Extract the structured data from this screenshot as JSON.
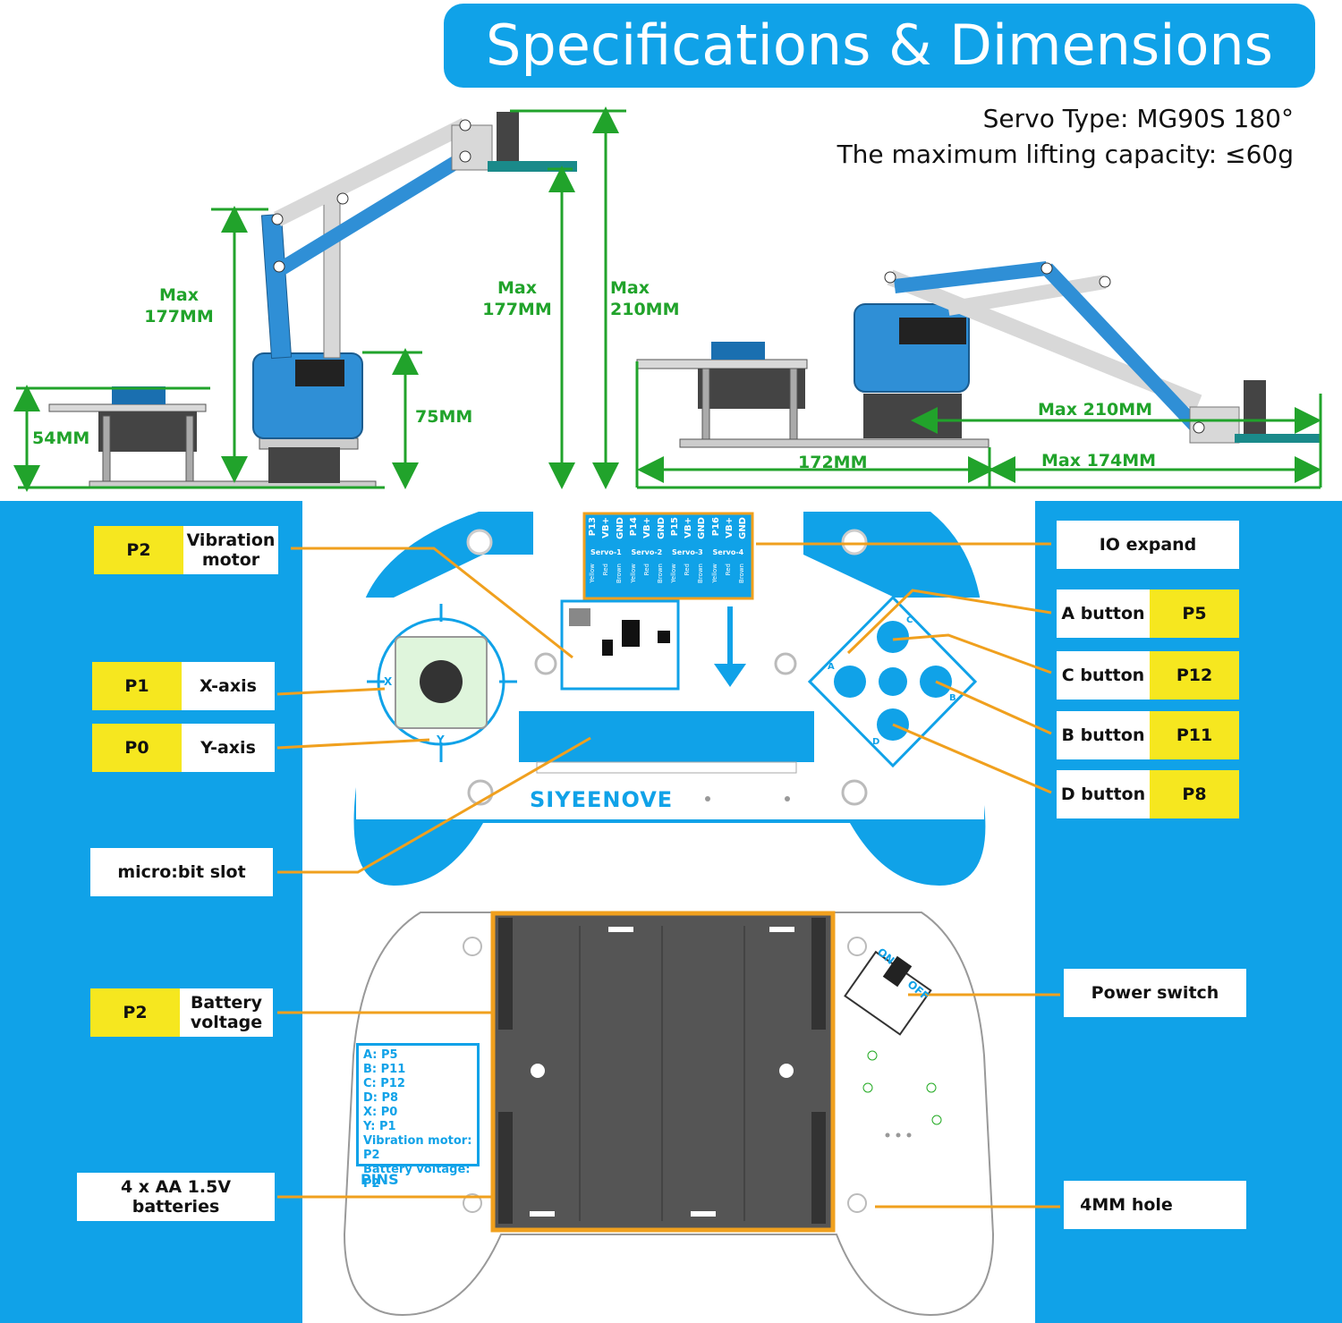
{
  "title": "Specifications & Dimensions",
  "specs": {
    "servo": "Servo Type: MG90S 180°",
    "capacity": "The maximum lifting capacity: ≤60g"
  },
  "dimensions": {
    "left_max_177a": "Max\n177MM",
    "left_54": "54MM",
    "left_75": "75MM",
    "left_max_177b": "Max\n177MM",
    "left_max_210": "Max\n210MM",
    "right_max_210": "Max 210MM",
    "right_172": "172MM",
    "right_max_174": "Max 174MM"
  },
  "left_labels": [
    {
      "pin": "P2",
      "text": "Vibration\nmotor"
    },
    {
      "pin": "P1",
      "text": "X-axis"
    },
    {
      "pin": "P0",
      "text": "Y-axis"
    },
    {
      "pin": "",
      "text": "micro:bit slot"
    },
    {
      "pin": "P2",
      "text": "Battery\nvoltage"
    },
    {
      "pin": "",
      "text": "4 x AA 1.5V batteries"
    }
  ],
  "right_labels": [
    {
      "pin": "",
      "text": "IO expand"
    },
    {
      "pin": "P5",
      "text": "A button"
    },
    {
      "pin": "P12",
      "text": "C button"
    },
    {
      "pin": "P11",
      "text": "B button"
    },
    {
      "pin": "P8",
      "text": "D button"
    },
    {
      "pin": "",
      "text": "Power switch"
    },
    {
      "pin": "",
      "text": "4MM hole"
    }
  ],
  "board": {
    "brand": "SIYEENOVE",
    "header_pins": [
      "P13",
      "VB+",
      "GND",
      "P14",
      "VB+",
      "GND",
      "P15",
      "VB+",
      "GND",
      "P16",
      "VB+",
      "GND"
    ],
    "servo_labels": [
      "Servo-1",
      "Servo-2",
      "Servo-3",
      "Servo-4"
    ],
    "servo_wires": [
      "Yellow",
      "Red",
      "Brown"
    ],
    "buttons": [
      "A",
      "B",
      "C",
      "D"
    ],
    "axes": [
      "X",
      "Y"
    ],
    "switch": {
      "on": "ON",
      "off": "OFF"
    }
  },
  "pins_list": {
    "title": "PINS",
    "items": [
      "A: P5",
      "B: P11",
      "C: P12",
      "D: P8",
      "X: P0",
      "Y: P1",
      "Vibration motor: P2",
      "Battery voltage: P2"
    ]
  },
  "colors": {
    "accent": "#10a2e8",
    "pin_highlight": "#f6e71f",
    "dimension": "#21a32b",
    "leader": "#f0a01e"
  }
}
